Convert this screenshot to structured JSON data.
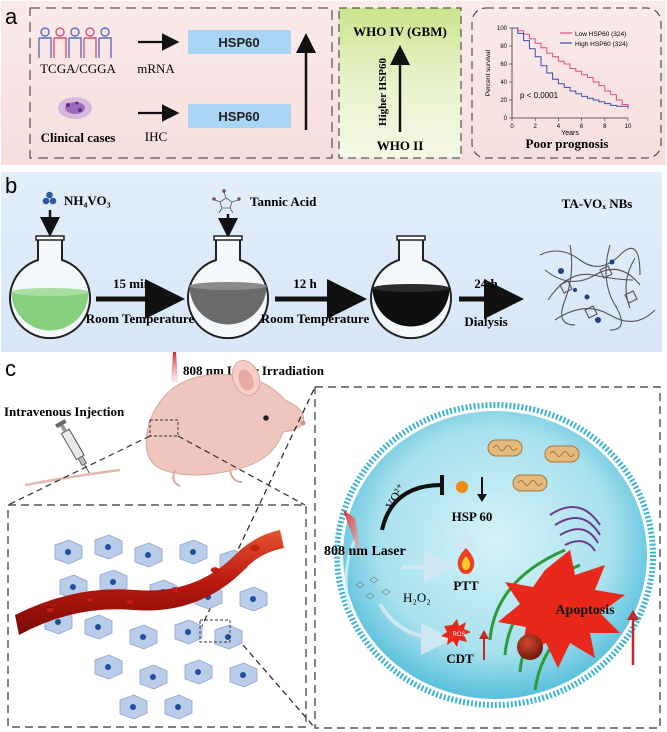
{
  "panel_a": {
    "label": "a",
    "source_1": "TCGA/CGGA",
    "method_1": "mRNA",
    "source_2": "Clinical cases",
    "method_2": "IHC",
    "protein_1": "HSP60",
    "protein_2": "HSP60",
    "grade_top": "WHO IV (GBM)",
    "grade_bottom": "WHO II",
    "grade_arrow_label": "Higher HSP60",
    "km_legend_low": "Low HSP60 (324)",
    "km_legend_high": "High HSP60 (324)",
    "km_pvalue": "p < 0.0001",
    "km_ylabel": "Percent survival",
    "km_xlabel": "Years",
    "km_yticks": [
      "0",
      "20",
      "40",
      "60",
      "80",
      "100"
    ],
    "km_xticks": [
      "0",
      "2",
      "4",
      "6",
      "8",
      "10"
    ],
    "km_caption": "Poor prognosis",
    "colors": {
      "low": "#e0507a",
      "high": "#3a4fa8"
    }
  },
  "panel_b": {
    "label": "b",
    "reagent_1": "NH₄VO₃",
    "reagent_2": "Tannic Acid",
    "product": "TA-VOₓ NBs",
    "step_1_time": "15 min",
    "step_1_cond": "Room Temperature",
    "step_2_time": "12 h",
    "step_2_cond": "Room Temperature",
    "step_3_time": "24 h",
    "step_3_cond": "Dialysis"
  },
  "panel_c": {
    "label": "c",
    "laser_label": "808 nm Laser Irradiation",
    "injection_label": "Intravenous Injection",
    "cell_laser": "808 nm Laser",
    "vo_label": "VO²⁺",
    "hsp": "HSP 60",
    "ptt": "PTT",
    "h2o2": "H₂O₂",
    "ros": "ROS",
    "cdt": "CDT",
    "apoptosis": "Apoptosis"
  }
}
